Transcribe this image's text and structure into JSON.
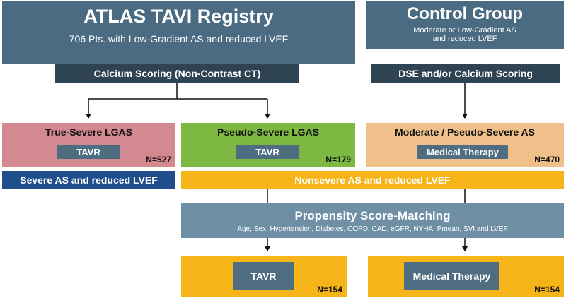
{
  "registry": {
    "title": "ATLAS TAVI Registry",
    "subtitle": "706 Pts. with Low-Gradient AS and reduced LVEF",
    "step": "Calcium Scoring (Non-Contrast CT)"
  },
  "control": {
    "title": "Control Group",
    "subtitle_1": "Moderate or Low-Gradient AS",
    "subtitle_2": "and reduced LVEF",
    "step": "DSE and/or Calcium Scoring"
  },
  "groups": [
    {
      "title": "True-Severe LGAS",
      "treatment": "TAVR",
      "n": "N=527",
      "color": "#d4888f"
    },
    {
      "title": "Pseudo-Severe LGAS",
      "treatment": "TAVR",
      "n": "N=179",
      "color": "#7db843"
    },
    {
      "title": "Moderate / Pseudo-Severe AS",
      "treatment": "Medical Therapy",
      "n": "N=470",
      "color": "#f0c08a"
    }
  ],
  "severe_label": "Severe AS and reduced LVEF",
  "nonsevere_label": "Nonsevere AS and reduced LVEF",
  "matching": {
    "title": "Propensity Score-Matching",
    "covariates": "Age, Sex, Hypertension, Diabetes, COPD, CAD, eGFR, NYHA, Pmean, SVI and LVEF"
  },
  "matched": [
    {
      "treatment": "TAVR",
      "n": "N=154"
    },
    {
      "treatment": "Medical Therapy",
      "n": "N=154"
    }
  ]
}
